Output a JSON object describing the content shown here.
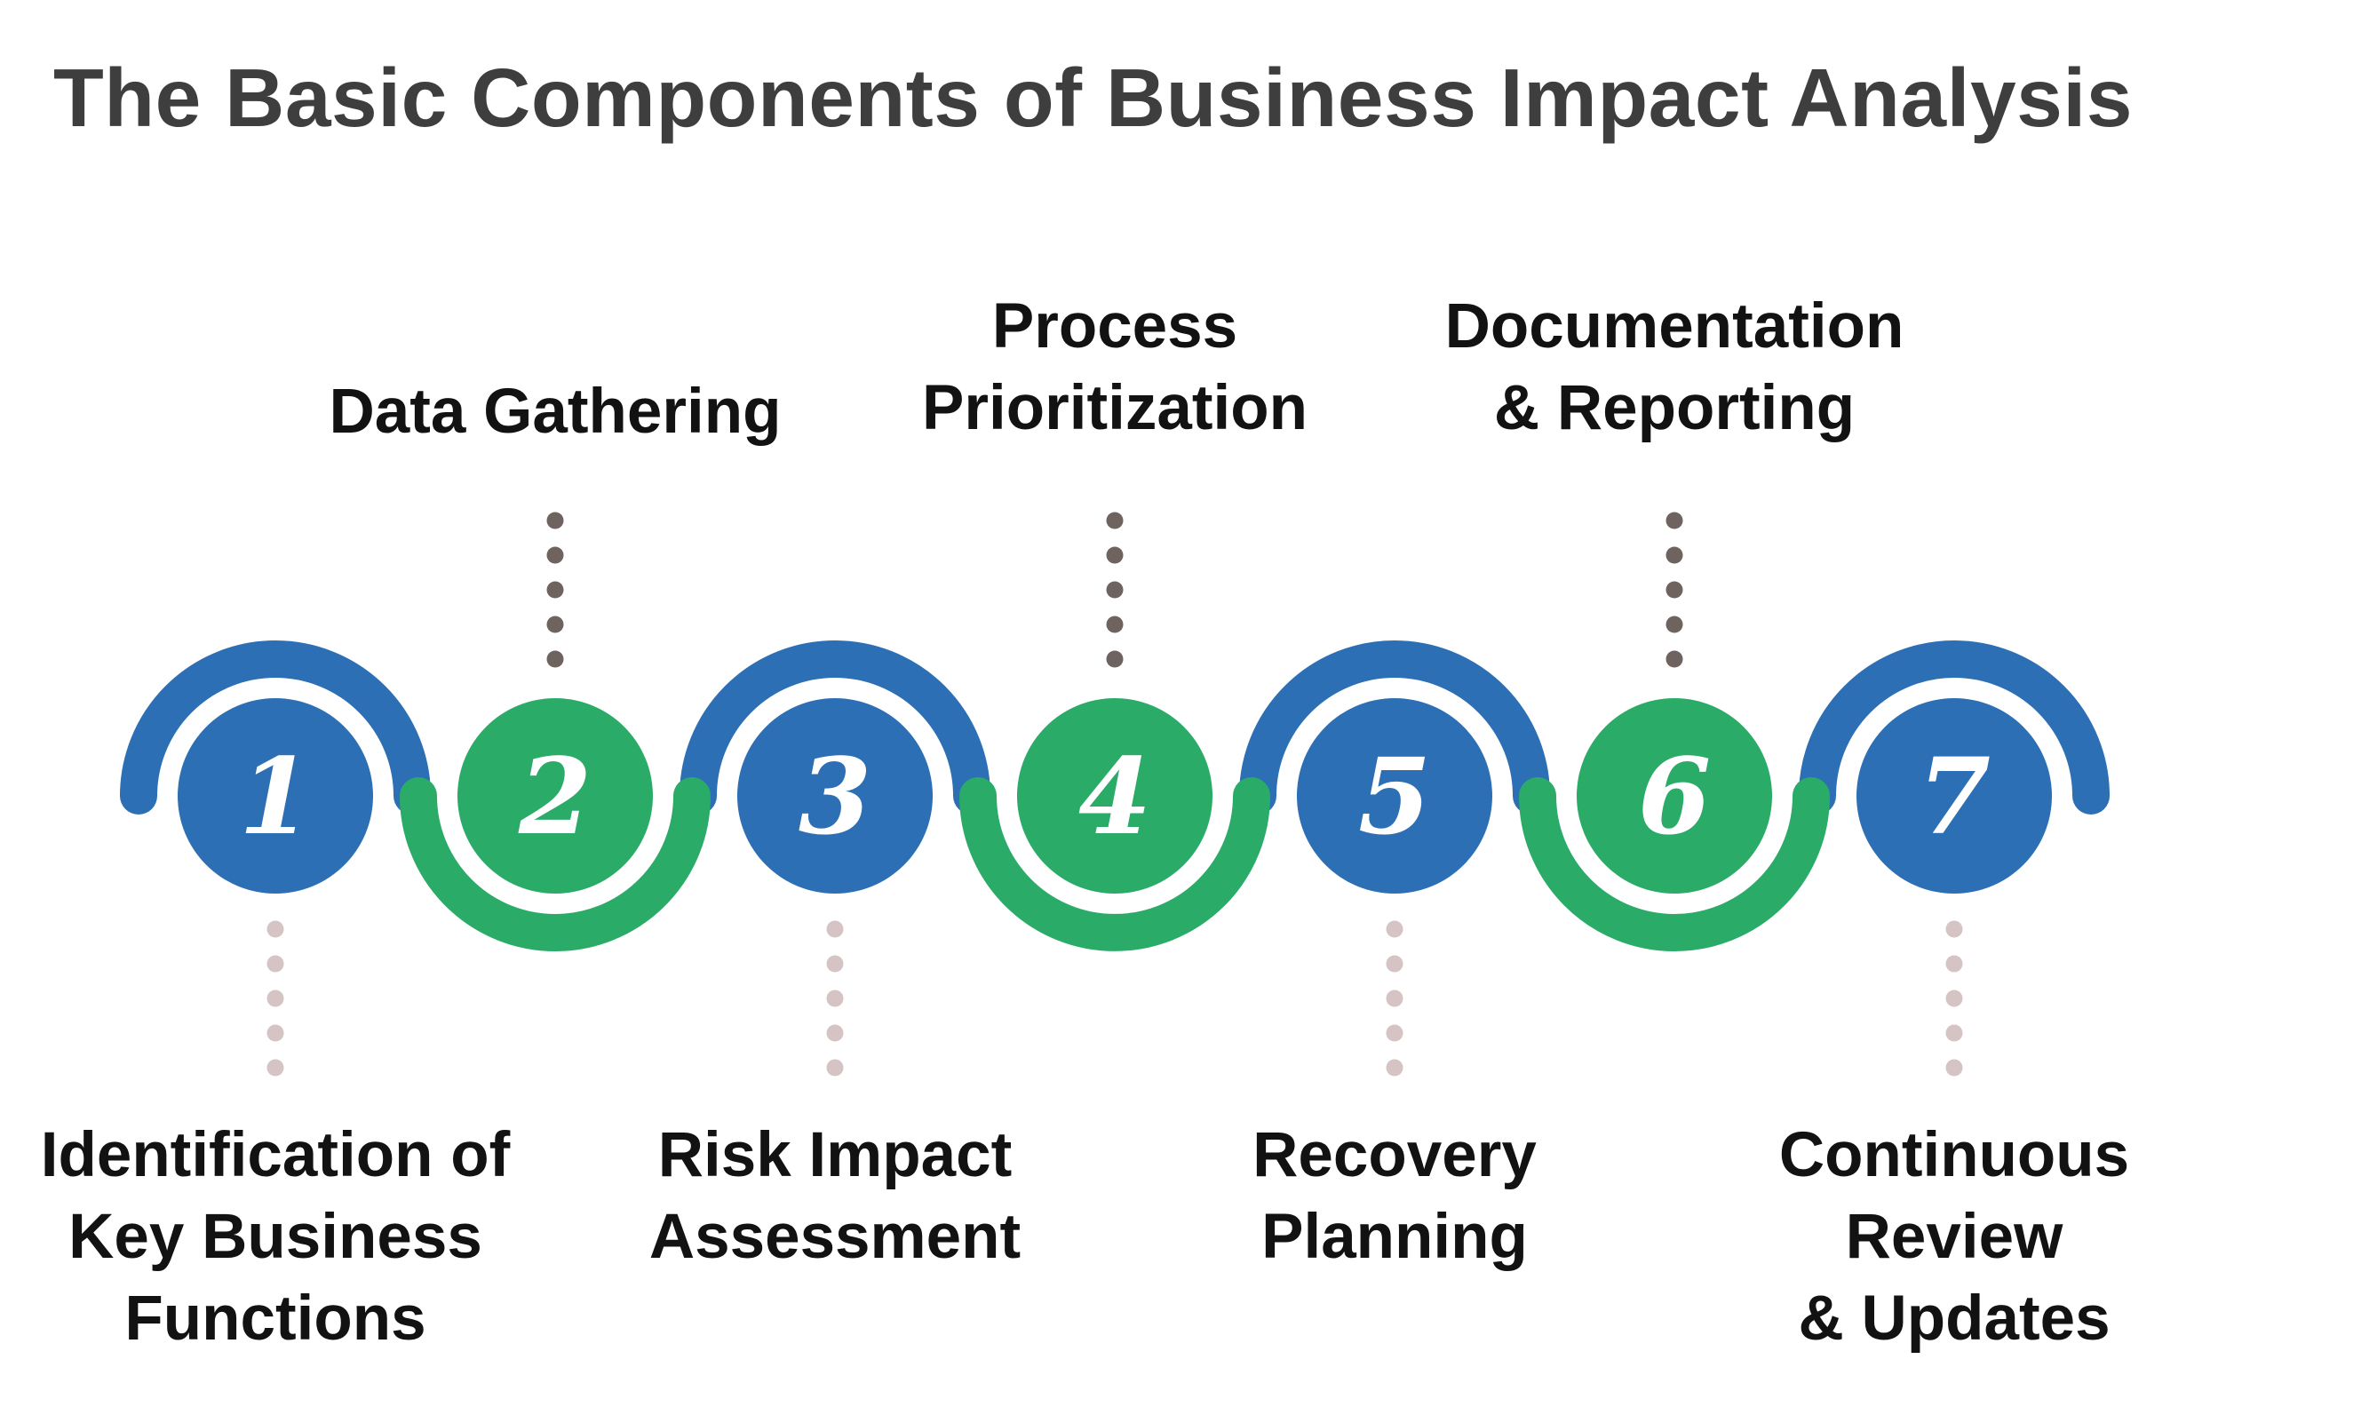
{
  "title": "The Basic Components of Business Impact Analysis",
  "palette": {
    "blue": "#2C6FB4",
    "green": "#2BAB68",
    "title_color": "#3E3E3E",
    "label_color": "#121212",
    "number_color": "#FFFFFF",
    "dots_above_color": "#6F6360",
    "dots_below_color": "#D6C4C4",
    "background": "#FFFFFF"
  },
  "steps": [
    {
      "number": "1",
      "color": "blue",
      "label_position": "below",
      "label_lines": [
        "Identification of",
        "Key Business",
        "Functions"
      ]
    },
    {
      "number": "2",
      "color": "green",
      "label_position": "above",
      "label_lines": [
        "Data Gathering"
      ]
    },
    {
      "number": "3",
      "color": "blue",
      "label_position": "below",
      "label_lines": [
        "Risk Impact",
        "Assessment"
      ]
    },
    {
      "number": "4",
      "color": "green",
      "label_position": "above",
      "label_lines": [
        "Process",
        "Prioritization"
      ]
    },
    {
      "number": "5",
      "color": "blue",
      "label_position": "below",
      "label_lines": [
        "Recovery",
        "Planning"
      ]
    },
    {
      "number": "6",
      "color": "green",
      "label_position": "above",
      "label_lines": [
        "Documentation",
        "& Reporting"
      ]
    },
    {
      "number": "7",
      "color": "blue",
      "label_position": "below",
      "label_lines": [
        "Continuous",
        "Review",
        "& Updates"
      ]
    }
  ],
  "dots_per_connector": 5
}
